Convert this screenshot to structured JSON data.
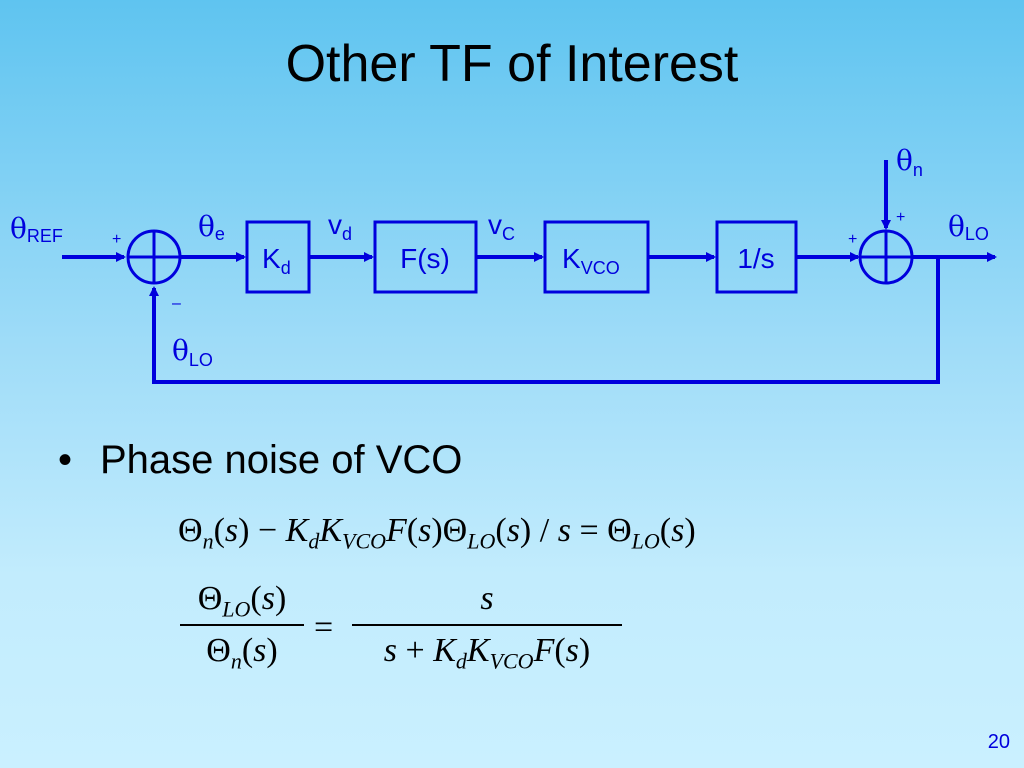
{
  "slide": {
    "title": "Other TF of Interest",
    "page_number": "20",
    "bullet": "Phase noise of VCO"
  },
  "diagram": {
    "input_label": {
      "sym": "θ",
      "sub": "REF"
    },
    "error_label": {
      "sym": "θ",
      "sub": "e"
    },
    "vd_label": {
      "sym": "v",
      "sub": "d"
    },
    "vc_label": {
      "sym": "v",
      "sub": "C"
    },
    "noise_label": {
      "sym": "θ",
      "sub": "n"
    },
    "output_label": {
      "sym": "θ",
      "sub": "LO"
    },
    "feedback_label": {
      "sym": "θ",
      "sub": "LO"
    },
    "signs": {
      "plus": "+",
      "minus": "–"
    },
    "blocks": {
      "kd": {
        "main": "K",
        "sub": "d"
      },
      "filter": {
        "main": "F(s)"
      },
      "kvco": {
        "main": "K",
        "sub": "VCO"
      },
      "integrator": {
        "main": "1/s"
      }
    }
  },
  "equations": {
    "line1": "Θn(s) − Kd KVCO F(s) ΘLO(s) / s = ΘLO(s)",
    "line2": "ΘLO(s) / Θn(s) = s / (s + Kd KVCO F(s))"
  }
}
